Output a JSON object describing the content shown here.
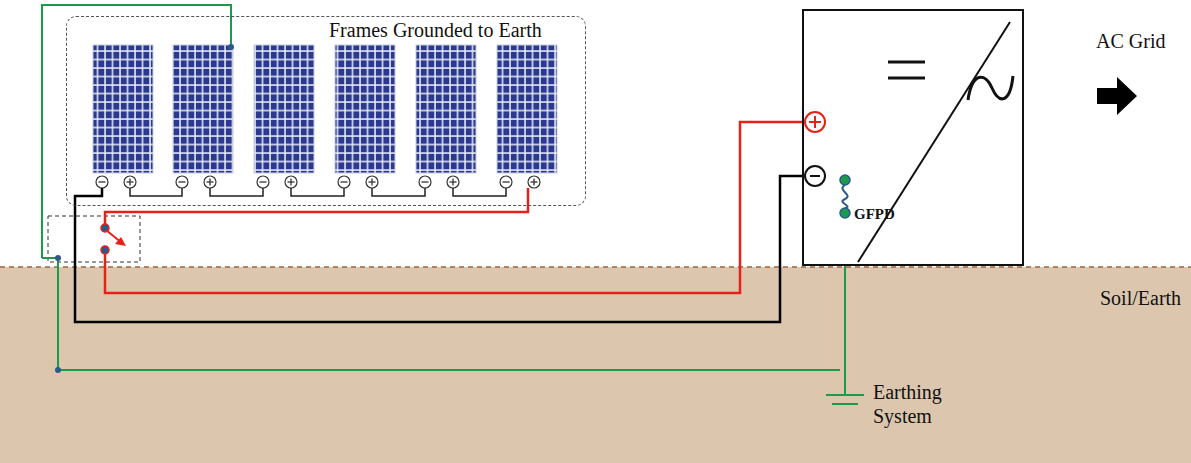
{
  "diagram": {
    "nodes": [
      {
        "text": [
          "Frames Grounded to Earth"
        ]
      }
    ],
    "labels": [
      "AC Grid",
      "Soil/Earth",
      "Earthing System",
      "GFPD"
    ]
  }
}
